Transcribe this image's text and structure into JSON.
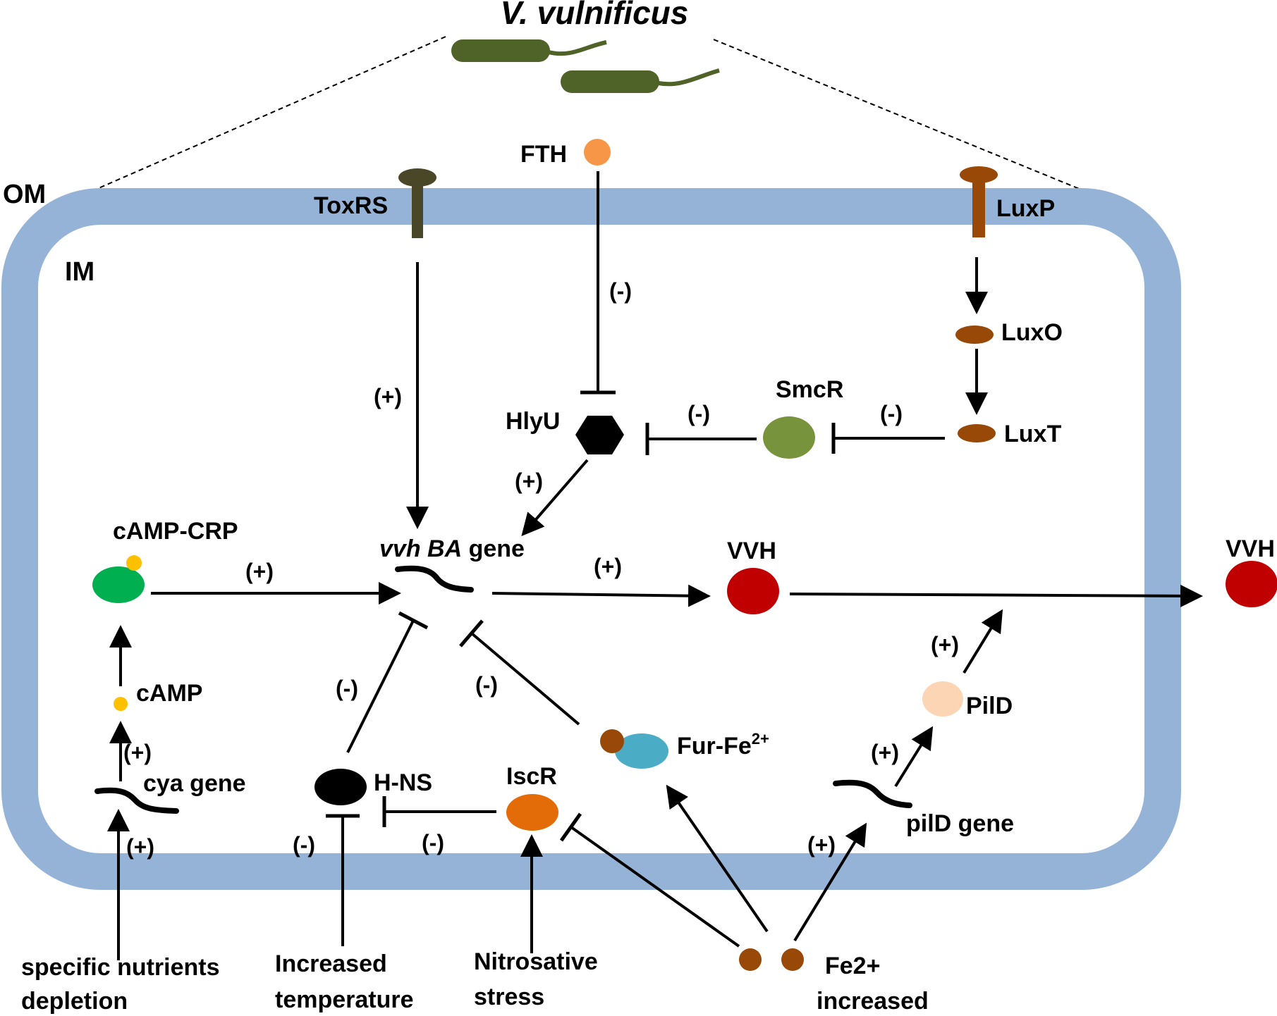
{
  "title": "V. vulnificus",
  "membrane": {
    "outer_label": "OM",
    "inner_label": "IM"
  },
  "components": {
    "toxrs": "ToxRS",
    "fth": "FTH",
    "luxp": "LuxP",
    "luxo": "LuxO",
    "luxt": "LuxT",
    "smcr": "SmcR",
    "hlyu": "HlyU",
    "camp_crp": "cAMP-CRP",
    "camp": "cAMP",
    "cya_gene": "cya gene",
    "vvh_gene_italic": "vvh BA",
    "vvh_gene_suffix": " gene",
    "vvh_inside": "VVH",
    "vvh_outside": "VVH",
    "pild": "PilD",
    "pild_gene": "pilD gene",
    "fur_base": "Fur-Fe",
    "fur_sup": "2+",
    "hns": "H-NS",
    "iscr": "IscR"
  },
  "stimuli": {
    "nutrients_line1": "specific nutrients",
    "nutrients_line2": "depletion",
    "temperature_line1": "Increased",
    "temperature_line2": "temperature",
    "nitrosative_line1": "Nitrosative",
    "nitrosative_line2": "stress",
    "iron_line1": "Fe2+",
    "iron_line2": "increased"
  },
  "signs": {
    "positive": "(+)",
    "negative": "(-)"
  },
  "colors": {
    "membrane": "#95b3d7",
    "bacterium": "#4f6228",
    "toxrs": "#4a4628",
    "fth": "#f79646",
    "lux": "#984807",
    "smcr": "#77933c",
    "camp_crp": "#00b050",
    "camp": "#ffc000",
    "vvh": "#c00000",
    "fur": "#4bacc6",
    "iron": "#984807",
    "pild": "#fcd5b5",
    "iscr": "#e36c09",
    "hlyu": "#000000",
    "hns": "#000000"
  }
}
